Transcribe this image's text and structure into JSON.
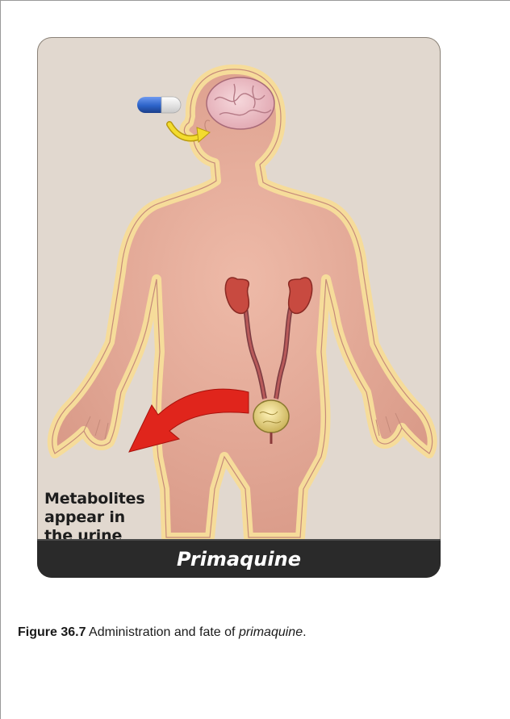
{
  "figure": {
    "label_lines": [
      "Metabolites",
      "appear in",
      "the urine"
    ],
    "drug_name": "Primaquine"
  },
  "caption": {
    "number": "Figure 36.7",
    "text_before": " Administration and fate of ",
    "drug": "primaquine",
    "text_after": "."
  },
  "colors": {
    "background": "#e1d8cf",
    "body_skin": "#e6b4a4",
    "body_glow": "#f6dc9a",
    "kidney": "#c84a40",
    "arrow_yellow": "#f3dc2e",
    "arrow_red": "#e0251c",
    "capsule_blue": "#2c63c8",
    "name_bar": "#2a2a2a"
  }
}
